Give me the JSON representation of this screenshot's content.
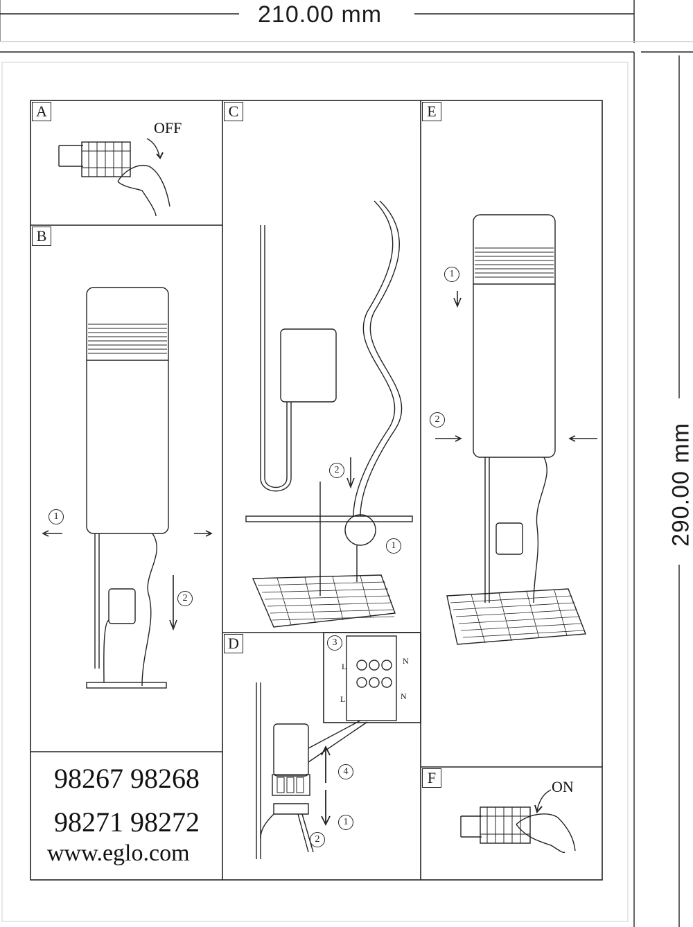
{
  "dimensions": {
    "width": "210.00 mm",
    "height": "290.00 mm"
  },
  "panels": {
    "A": {
      "label": "A",
      "action": "OFF"
    },
    "B": {
      "label": "B",
      "step1": "1",
      "step2": "2"
    },
    "C": {
      "label": "C",
      "step1": "1",
      "step2": "2"
    },
    "D": {
      "label": "D",
      "step1": "1",
      "step2": "2",
      "step3": "3",
      "step4": "4",
      "wire_L1": "L",
      "wire_L2": "L",
      "wire_N1": "N",
      "wire_N2": "N"
    },
    "E": {
      "label": "E",
      "step1": "1",
      "step2": "2"
    },
    "F": {
      "label": "F",
      "action": "ON"
    }
  },
  "models": {
    "line1": "98267 98268",
    "line2": "98271 98272"
  },
  "website": "www.eglo.com"
}
